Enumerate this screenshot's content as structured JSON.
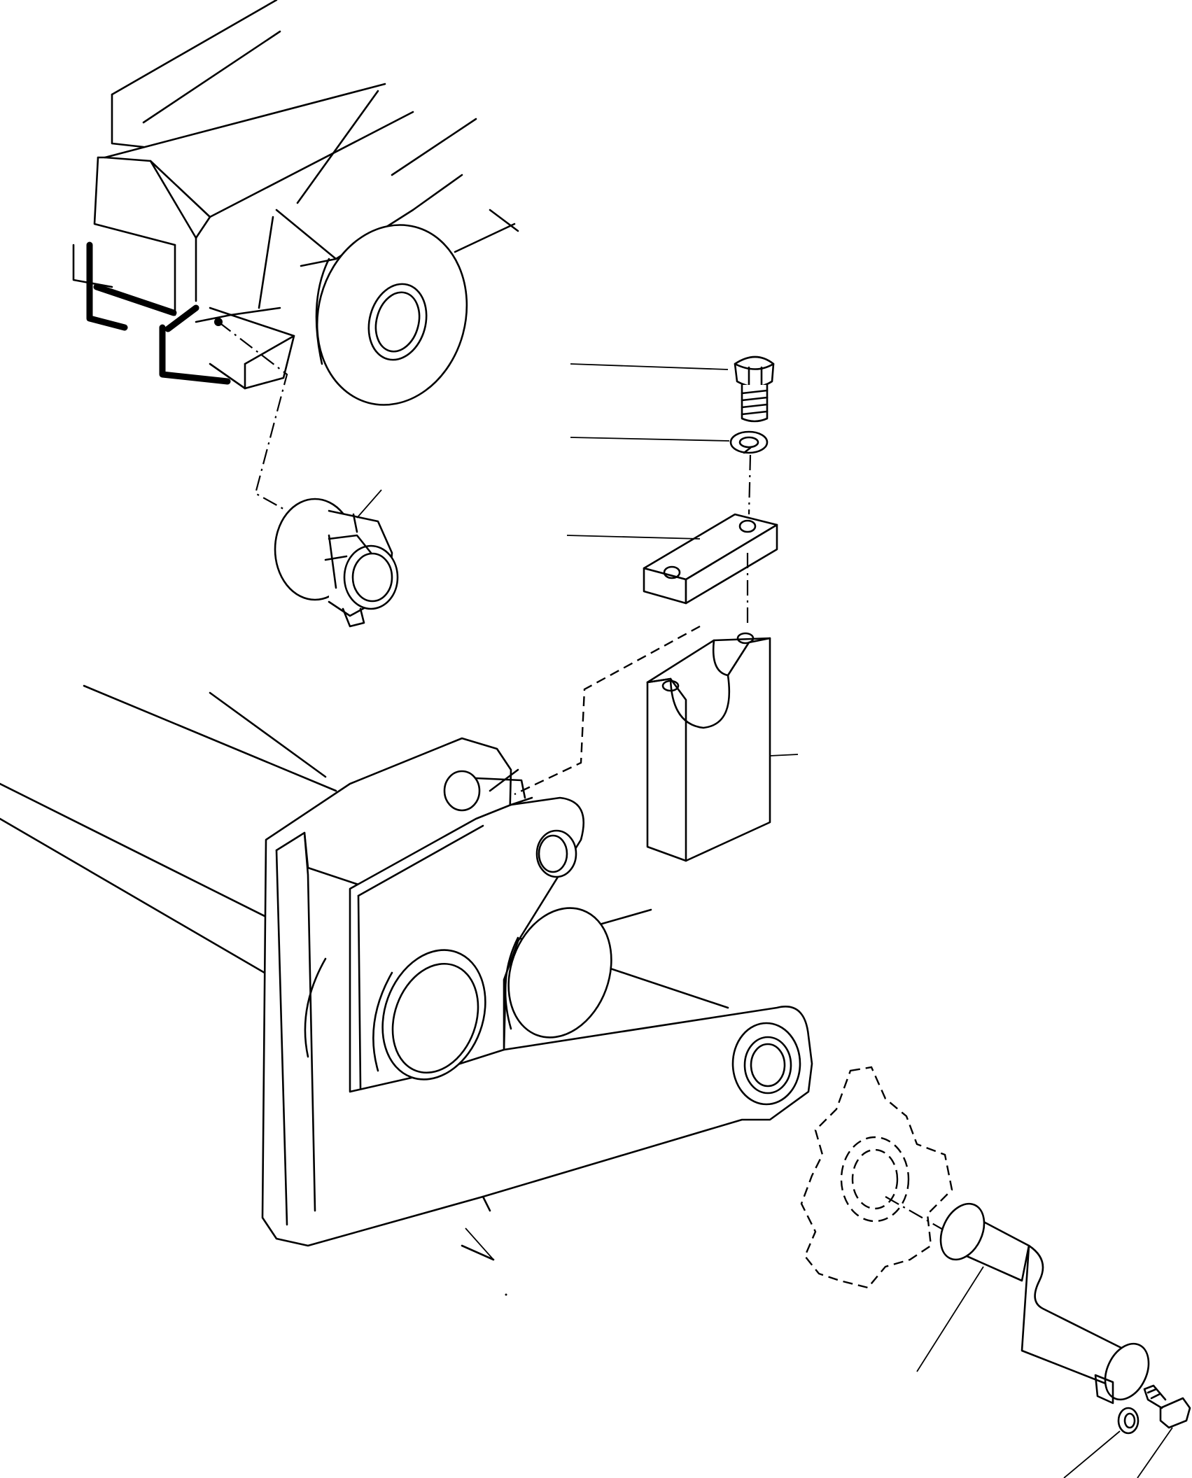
{
  "diagram": {
    "parts": [
      {
        "id": "tractor-rear",
        "icon": "tractor-rear-icon"
      },
      {
        "id": "rear-wheel",
        "icon": "wheel-icon"
      },
      {
        "id": "electrical-socket",
        "icon": "trailer-socket-icon"
      },
      {
        "id": "hex-bolt",
        "icon": "hex-bolt-icon"
      },
      {
        "id": "lock-washer",
        "icon": "lock-washer-icon"
      },
      {
        "id": "retainer-plate",
        "icon": "retainer-plate-icon"
      },
      {
        "id": "support-block",
        "icon": "support-block-icon"
      },
      {
        "id": "boom-mounting-bracket",
        "icon": "boom-bracket-icon"
      },
      {
        "id": "pivot-pin",
        "icon": "pivot-pin-icon"
      },
      {
        "id": "pin-washer",
        "icon": "washer-icon"
      },
      {
        "id": "pin-bolt",
        "icon": "bolt-icon"
      }
    ],
    "colors": {
      "stroke": "#000000",
      "background": "#ffffff"
    }
  }
}
